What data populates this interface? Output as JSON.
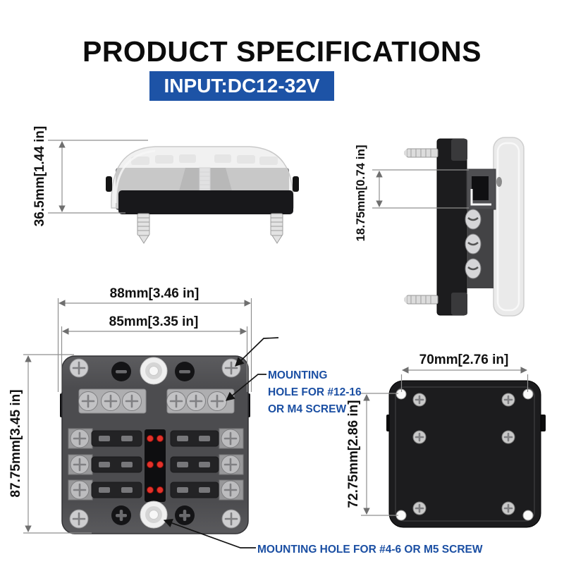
{
  "title": "PRODUCT SPECIFICATIONS",
  "banner": {
    "label": "INPUT:DC12-32V",
    "bg_color": "#1d53a6",
    "text_color": "#ffffff"
  },
  "dimensions": {
    "side_view_height": "36.5mm[1.44 in]",
    "profile_mount_depth": "18.75mm[0.74 in]",
    "front_overall_width": "88mm[3.46 in]",
    "front_body_width": "85mm[3.35 in]",
    "front_overall_height": "87.75mm[3.45 in]",
    "back_hole_spacing_width": "70mm[2.76 in]",
    "back_hole_spacing_height": "72.75mm[2.86 in]"
  },
  "annotations": {
    "m4_screw_note": {
      "line1": "MOUNTING",
      "line2": "HOLE FOR #12-16",
      "line3": "OR M4 SCREW"
    },
    "m5_screw_note": "MOUNTING HOLE FOR #4-6 OR M5 SCREW"
  },
  "colors": {
    "banner_blue": "#1d53a6",
    "annotation_blue": "#1b4fa3",
    "dimension_gray": "#8f8f8f",
    "led_red": "#e2322a",
    "device_black": "#1b1b1d",
    "device_gray": "#4d4d50",
    "cover_translucent_gray": "#e9e9e9"
  }
}
